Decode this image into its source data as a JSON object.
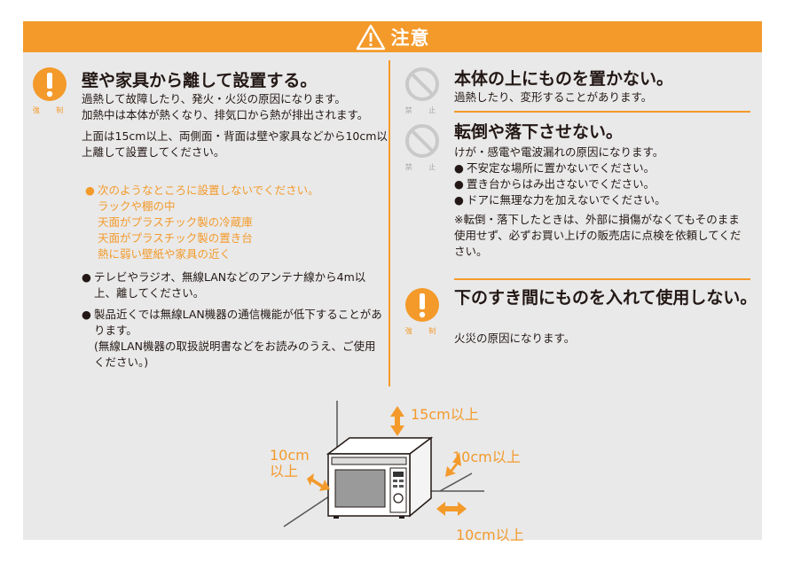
{
  "banner": {
    "title": "注意"
  },
  "left": {
    "icon_caption": "強 制",
    "heading": "壁や家具から離して設置する。",
    "para1": "過熱して故障したり、発火・火災の原因になります。",
    "para2": "加熱中は本体が熱くなり、排気口から熱が排出されます。",
    "para3": "上面は15cm以上、両側面・背面は壁や家具などから10cm以上離して設置してください。",
    "orange_bullet": "次のようなところに設置しないでください。",
    "orange_items": [
      "ラックや棚の中",
      "天面がプラスチック製の冷蔵庫",
      "天面がプラスチック製の置き台",
      "熱に弱い壁紙や家具の近く"
    ],
    "bullet1": "テレビやラジオ、無線LANなどのアンテナ線から4m以上、離してください。",
    "bullet2": "製品近くでは無線LAN機器の通信機能が低下することがあります。",
    "bullet2_note": "(無線LAN機器の取扱説明書などをお読みのうえ、ご使用ください。)"
  },
  "right": {
    "s1": {
      "icon_caption": "禁 止",
      "heading": "本体の上にものを置かない。",
      "text": "過熱したり、変形することがあります。"
    },
    "s2": {
      "icon_caption": "禁 止",
      "heading": "転倒や落下させない。",
      "text": "けが・感電や電波漏れの原因になります。",
      "bullets": [
        "不安定な場所に置かないでください。",
        "置き台からはみ出さないでください。",
        "ドアに無理な力を加えないでください。"
      ],
      "note": "※転倒・落下したときは、外部に損傷がなくてもそのまま使用せず、必ずお買い上げの販売店に点検を依頼してください。"
    },
    "s3": {
      "icon_caption": "強 制",
      "heading": "下のすき間にものを入れて使用しない。",
      "text": "火災の原因になります。"
    }
  },
  "diagram": {
    "top_label": "15cm以上",
    "left_label_line1": "10cm",
    "left_label_line2": "以上",
    "right_label": "10cm以上",
    "bottom_label": "10cm以上"
  },
  "colors": {
    "accent": "#f39a2b",
    "panel": "#e9e9e9",
    "prohibit_gray": "#c9c9c9"
  }
}
